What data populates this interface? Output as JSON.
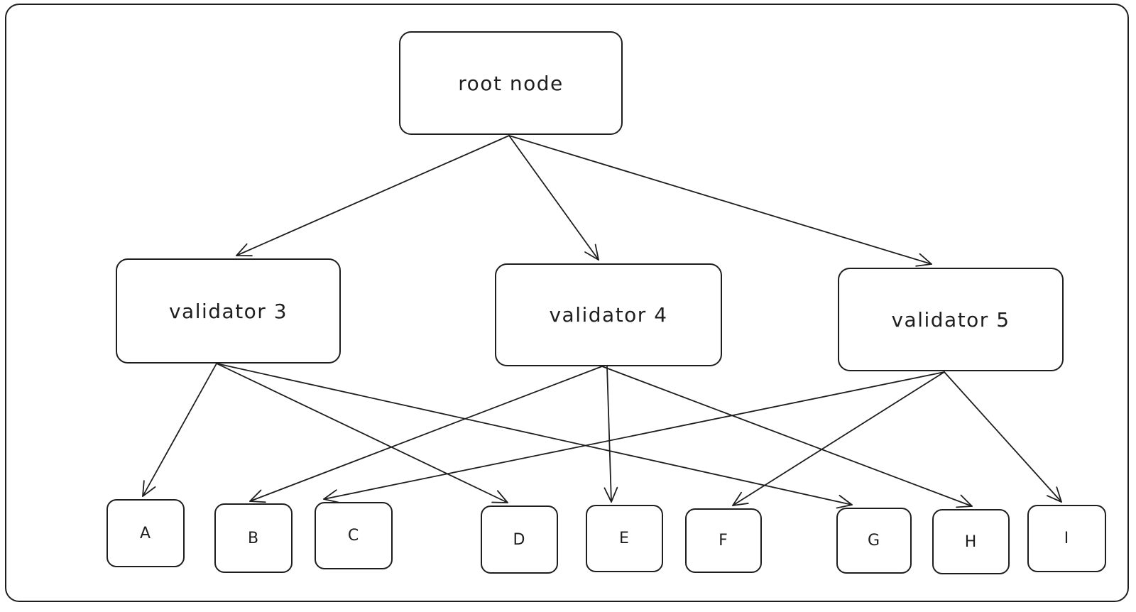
{
  "canvas": {
    "background_color": "#ffffff",
    "stroke_color": "#1e1e1e"
  },
  "nodes": {
    "root": {
      "label": "root node"
    },
    "validator3": {
      "label": "validator 3"
    },
    "validator4": {
      "label": "validator 4"
    },
    "validator5": {
      "label": "validator 5"
    },
    "leaf_a": {
      "label": "A"
    },
    "leaf_b": {
      "label": "B"
    },
    "leaf_c": {
      "label": "C"
    },
    "leaf_d": {
      "label": "D"
    },
    "leaf_e": {
      "label": "E"
    },
    "leaf_f": {
      "label": "F"
    },
    "leaf_g": {
      "label": "G"
    },
    "leaf_h": {
      "label": "H"
    },
    "leaf_i": {
      "label": "I"
    }
  },
  "edges": [
    {
      "from": "root",
      "to": "validator3"
    },
    {
      "from": "root",
      "to": "validator4"
    },
    {
      "from": "root",
      "to": "validator5"
    },
    {
      "from": "validator3",
      "to": "leaf_a"
    },
    {
      "from": "validator3",
      "to": "leaf_d"
    },
    {
      "from": "validator3",
      "to": "leaf_g"
    },
    {
      "from": "validator4",
      "to": "leaf_b"
    },
    {
      "from": "validator4",
      "to": "leaf_e"
    },
    {
      "from": "validator4",
      "to": "leaf_h"
    },
    {
      "from": "validator5",
      "to": "leaf_c"
    },
    {
      "from": "validator5",
      "to": "leaf_f"
    },
    {
      "from": "validator5",
      "to": "leaf_i"
    }
  ]
}
